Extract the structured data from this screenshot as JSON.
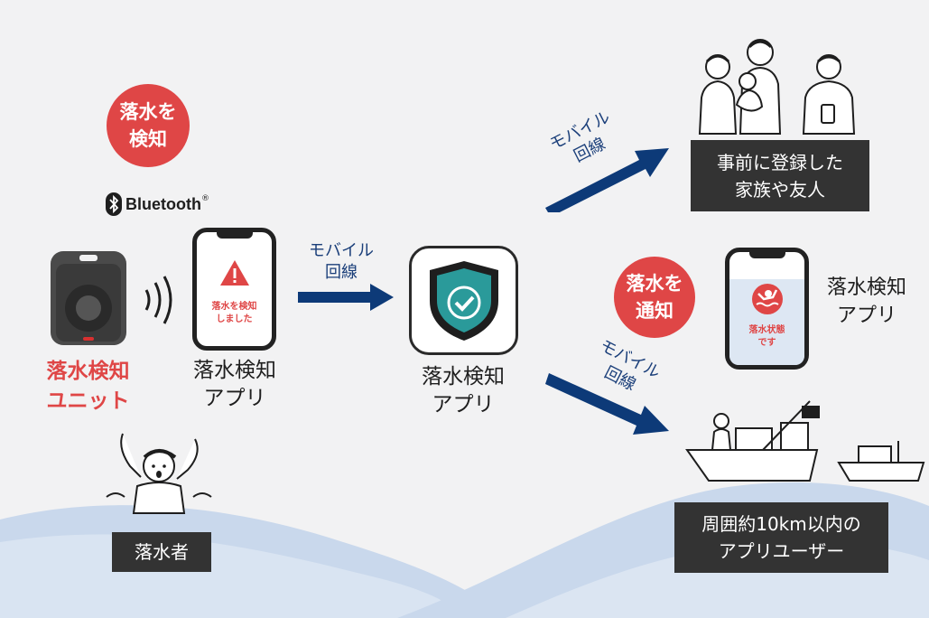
{
  "bubbles": {
    "detect": "落水を\n検知",
    "notify": "落水を\n通知"
  },
  "bluetooth": {
    "label": "Bluetooth",
    "mark": "®"
  },
  "unit": {
    "label": "落水検知\nユニット"
  },
  "phone_left": {
    "message": "落水を検知\nしました",
    "label": "落水検知\nアプリ"
  },
  "center_app": {
    "label": "落水検知\nアプリ"
  },
  "phone_right": {
    "message": "落水状態\nです",
    "label": "落水検知\nアプリ"
  },
  "links": {
    "middle": "モバイル\n回線",
    "upper": "モバイル\n回線",
    "lower": "モバイル\n回線"
  },
  "recipients": {
    "family": "事前に登録した\n家族や友人",
    "nearby": "周囲約10km以内の\nアプリユーザー"
  },
  "person": {
    "label": "落水者"
  },
  "colors": {
    "red": "#df4646",
    "navy": "#0d3a78",
    "dark_box": "#333333",
    "sea": "#c9d8ec",
    "shield": "#2a9a9a"
  }
}
